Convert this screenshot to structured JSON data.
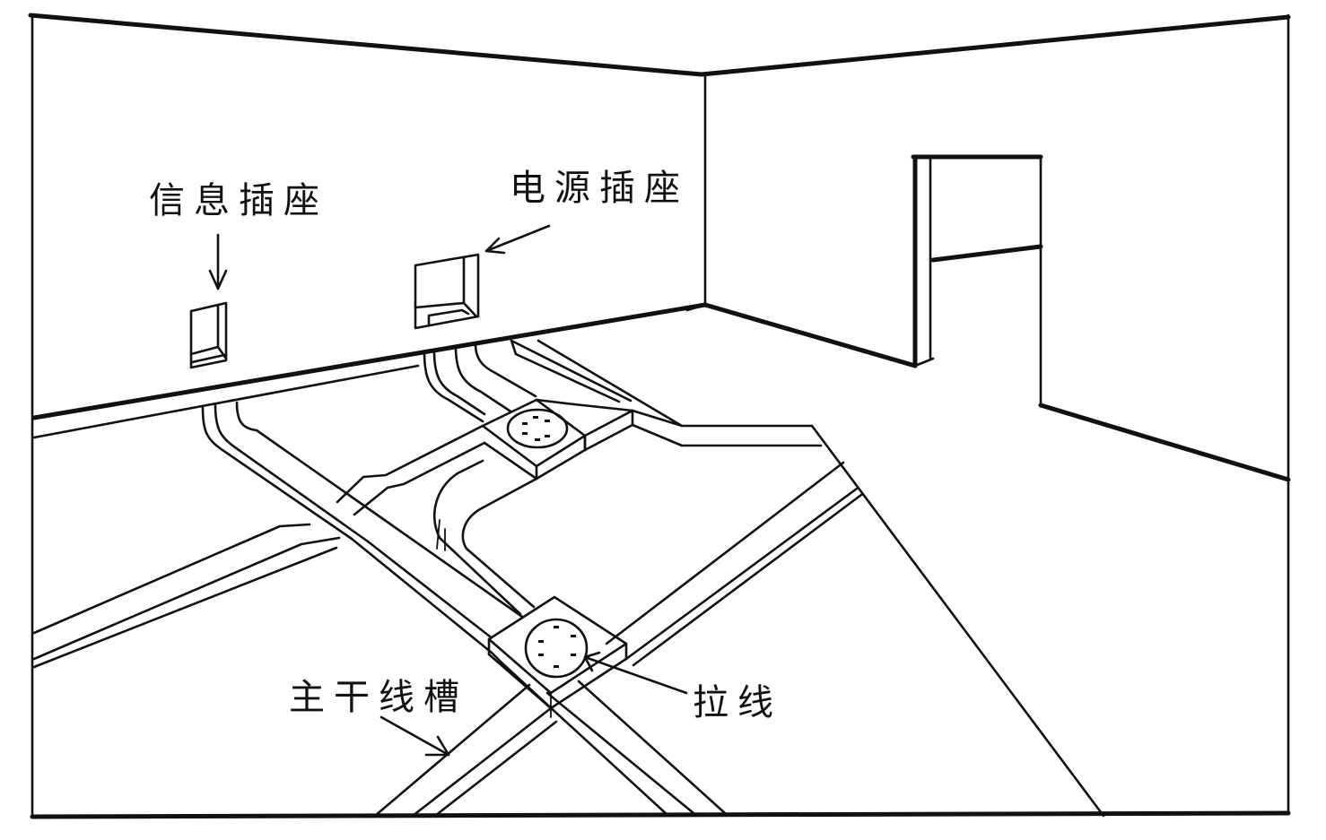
{
  "diagram": {
    "type": "office cabling layout perspective drawing",
    "line_color": "#111111",
    "background_color": "#ffffff"
  },
  "labels": {
    "info_socket": "信息插座",
    "power_socket": "电源插座",
    "trunk_trough": "主干线槽",
    "pull_wire": "拉线"
  },
  "components": {
    "info_socket_box": "info-socket",
    "power_socket_box": "power-socket",
    "junction_boxes": [
      {
        "name": "upper-junction-box",
        "pull_marks": 6
      },
      {
        "name": "lower-junction-box",
        "pull_marks": 6
      }
    ],
    "doorway": "door-opening",
    "cable_troughs": [
      "trunk-trough-main",
      "branch-trough-left",
      "branch-trough-right",
      "riser-trough"
    ]
  }
}
